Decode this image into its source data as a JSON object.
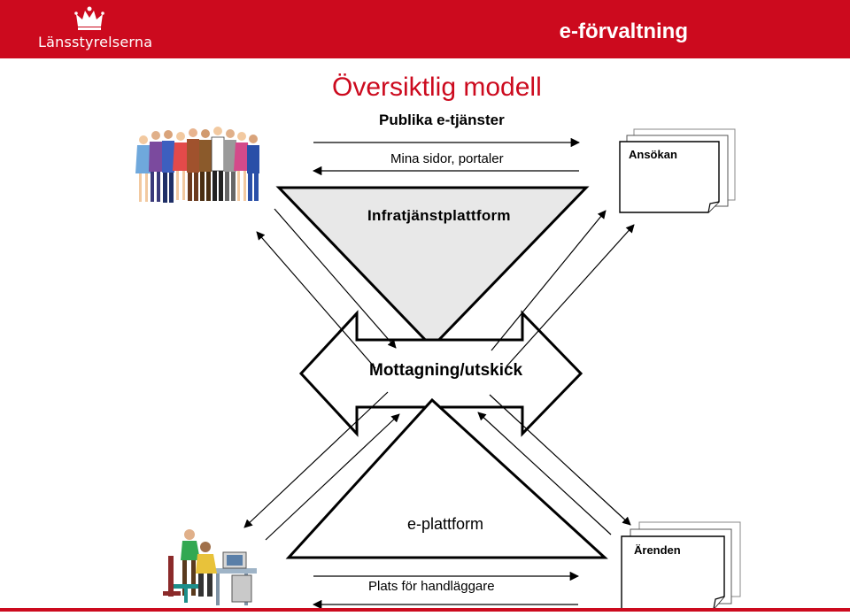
{
  "header": {
    "logo_text": "Länsstyrelserna",
    "title": "e-förvaltning",
    "brand_color": "#cc0a1e"
  },
  "diagram": {
    "title": "Översiktlig modell",
    "public_label": "Publika e-tjänster",
    "portal_label": "Mina sidor, portaler",
    "infra_label": "Infratjänstplattform",
    "receiving_label": "Mottagning/utskick",
    "platform_label": "e-plattform",
    "workplace_label": "Plats för handläggare",
    "application_doc_label": "Ansökan",
    "cases_doc_label": "Ärenden"
  }
}
